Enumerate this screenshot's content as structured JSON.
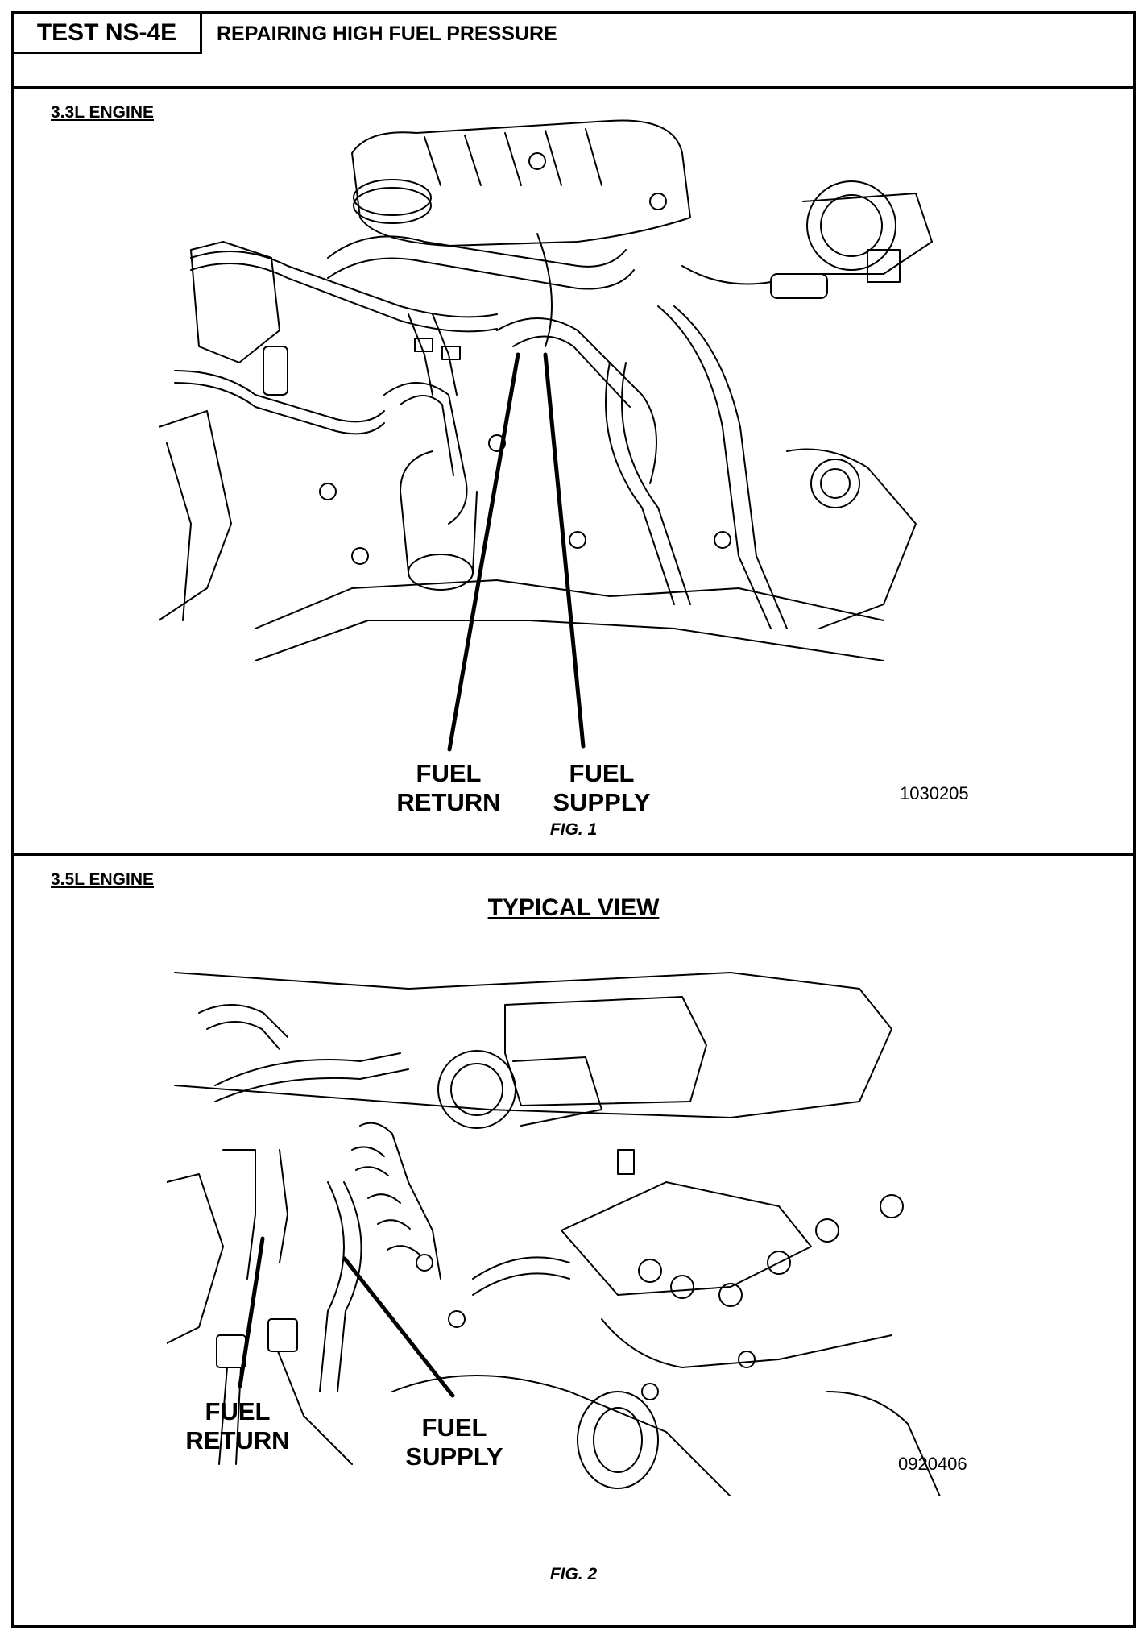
{
  "header": {
    "test_id": "TEST NS-4E",
    "title": "REPAIRING HIGH FUEL PRESSURE"
  },
  "figure1": {
    "engine_label": "3.3L ENGINE",
    "callouts": {
      "return_line1": "FUEL",
      "return_line2": "RETURN",
      "supply_line1": "FUEL",
      "supply_line2": "SUPPLY"
    },
    "image_id": "1030205",
    "caption": "FIG. 1"
  },
  "figure2": {
    "engine_label": "3.5L ENGINE",
    "view_title": "TYPICAL VIEW",
    "callouts": {
      "return_line1": "FUEL",
      "return_line2": "RETURN",
      "supply_line1": "FUEL",
      "supply_line2": "SUPPLY"
    },
    "image_id": "0920406",
    "caption": "FIG. 2"
  }
}
